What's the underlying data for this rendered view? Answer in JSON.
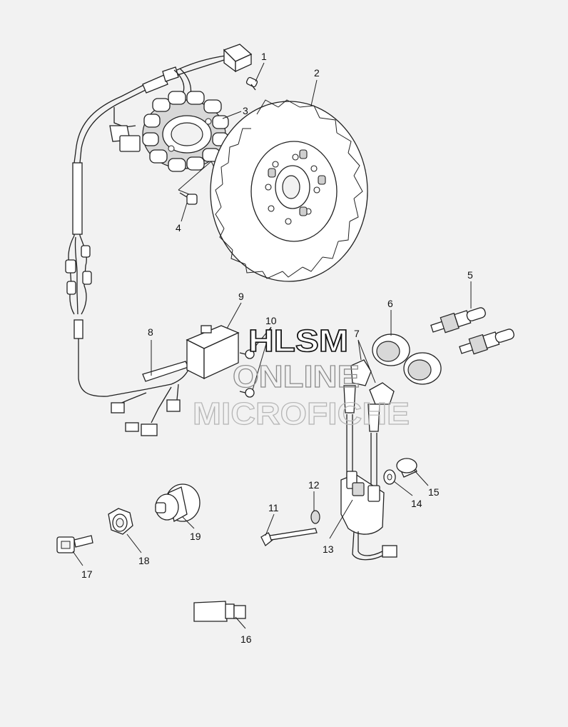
{
  "callouts": [
    "1",
    "2",
    "3",
    "4",
    "5",
    "6",
    "7",
    "8",
    "9",
    "10",
    "11",
    "12",
    "13",
    "14",
    "15",
    "16",
    "17",
    "18",
    "19"
  ],
  "watermark": {
    "line1": "HLSM",
    "line2": "ONLINE",
    "line3": "MICROFICHE"
  }
}
